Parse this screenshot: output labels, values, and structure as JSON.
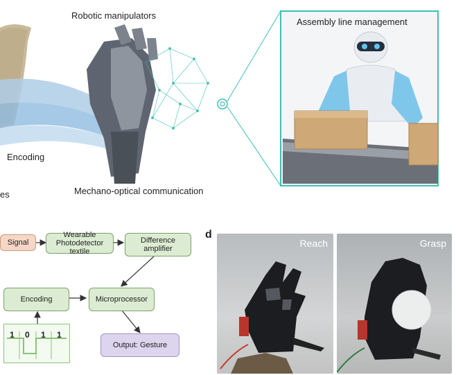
{
  "top": {
    "label_robotic": "Robotic manipulators",
    "label_encoding": "Encoding",
    "label_partial": "es",
    "label_mechano": "Mechano-optical communication",
    "panel_title": "Assembly line management"
  },
  "flow": {
    "signal": "Signal",
    "wearable": "Wearable Photodetector textile",
    "difference": "Difference amplifier",
    "encoding": "Encoding",
    "microprocessor": "Microprocessor",
    "output": "Output: Gesture",
    "bits": [
      "1",
      "0",
      "1",
      "1"
    ]
  },
  "panel_d": {
    "letter": "d",
    "reach": "Reach",
    "grasp": "Grasp"
  }
}
